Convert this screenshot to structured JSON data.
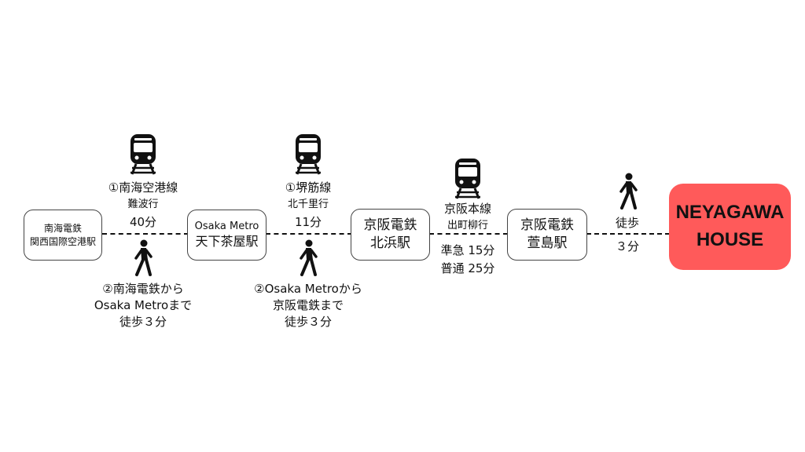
{
  "stations": {
    "kix": {
      "line1": "南海電鉄",
      "line2": "関西国際空港駅"
    },
    "tengachaya": {
      "line1": "Osaka Metro",
      "line2": "天下茶屋駅"
    },
    "kitahama": {
      "line1": "京阪電鉄",
      "line2": "北浜駅"
    },
    "kayashima": {
      "line1": "京阪電鉄",
      "line2": "萱島駅"
    }
  },
  "destination": {
    "line1": "NEYAGAWA",
    "line2": "HOUSE",
    "color": "#ff5a5a"
  },
  "segments": {
    "seg1": {
      "train": {
        "line": "①南海空港線",
        "direction": "難波行",
        "time": "40分"
      },
      "walk": {
        "line1": "②南海電鉄から",
        "line2": "Osaka Metroまで",
        "line3": "徒歩３分"
      }
    },
    "seg2": {
      "train": {
        "line": "①堺筋線",
        "direction": "北千里行",
        "time": "11分"
      },
      "walk": {
        "line1": "②Osaka Metroから",
        "line2": "京阪電鉄まで",
        "line3": "徒歩３分"
      }
    },
    "seg3": {
      "train": {
        "line": "京阪本線",
        "direction": "出町柳行",
        "time_express": "準急 15分",
        "time_local": "普通 25分"
      }
    },
    "seg4": {
      "walk": {
        "label": "徒歩",
        "time": "３分"
      }
    }
  },
  "icons": {
    "train": "train-icon",
    "walk": "walking-person-icon"
  }
}
